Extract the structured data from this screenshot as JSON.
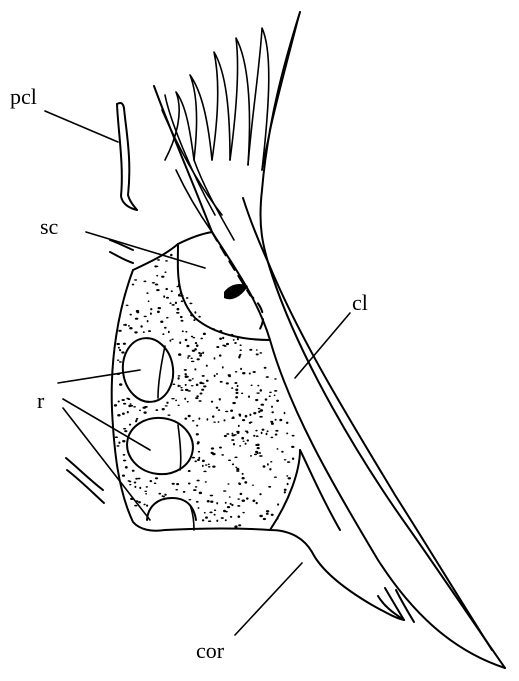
{
  "labels": {
    "pcl": "pcl",
    "sc": "sc",
    "cl": "cl",
    "r": "r",
    "cor": "cor"
  },
  "colors": {
    "ink": "#000000",
    "background": "#ffffff"
  }
}
